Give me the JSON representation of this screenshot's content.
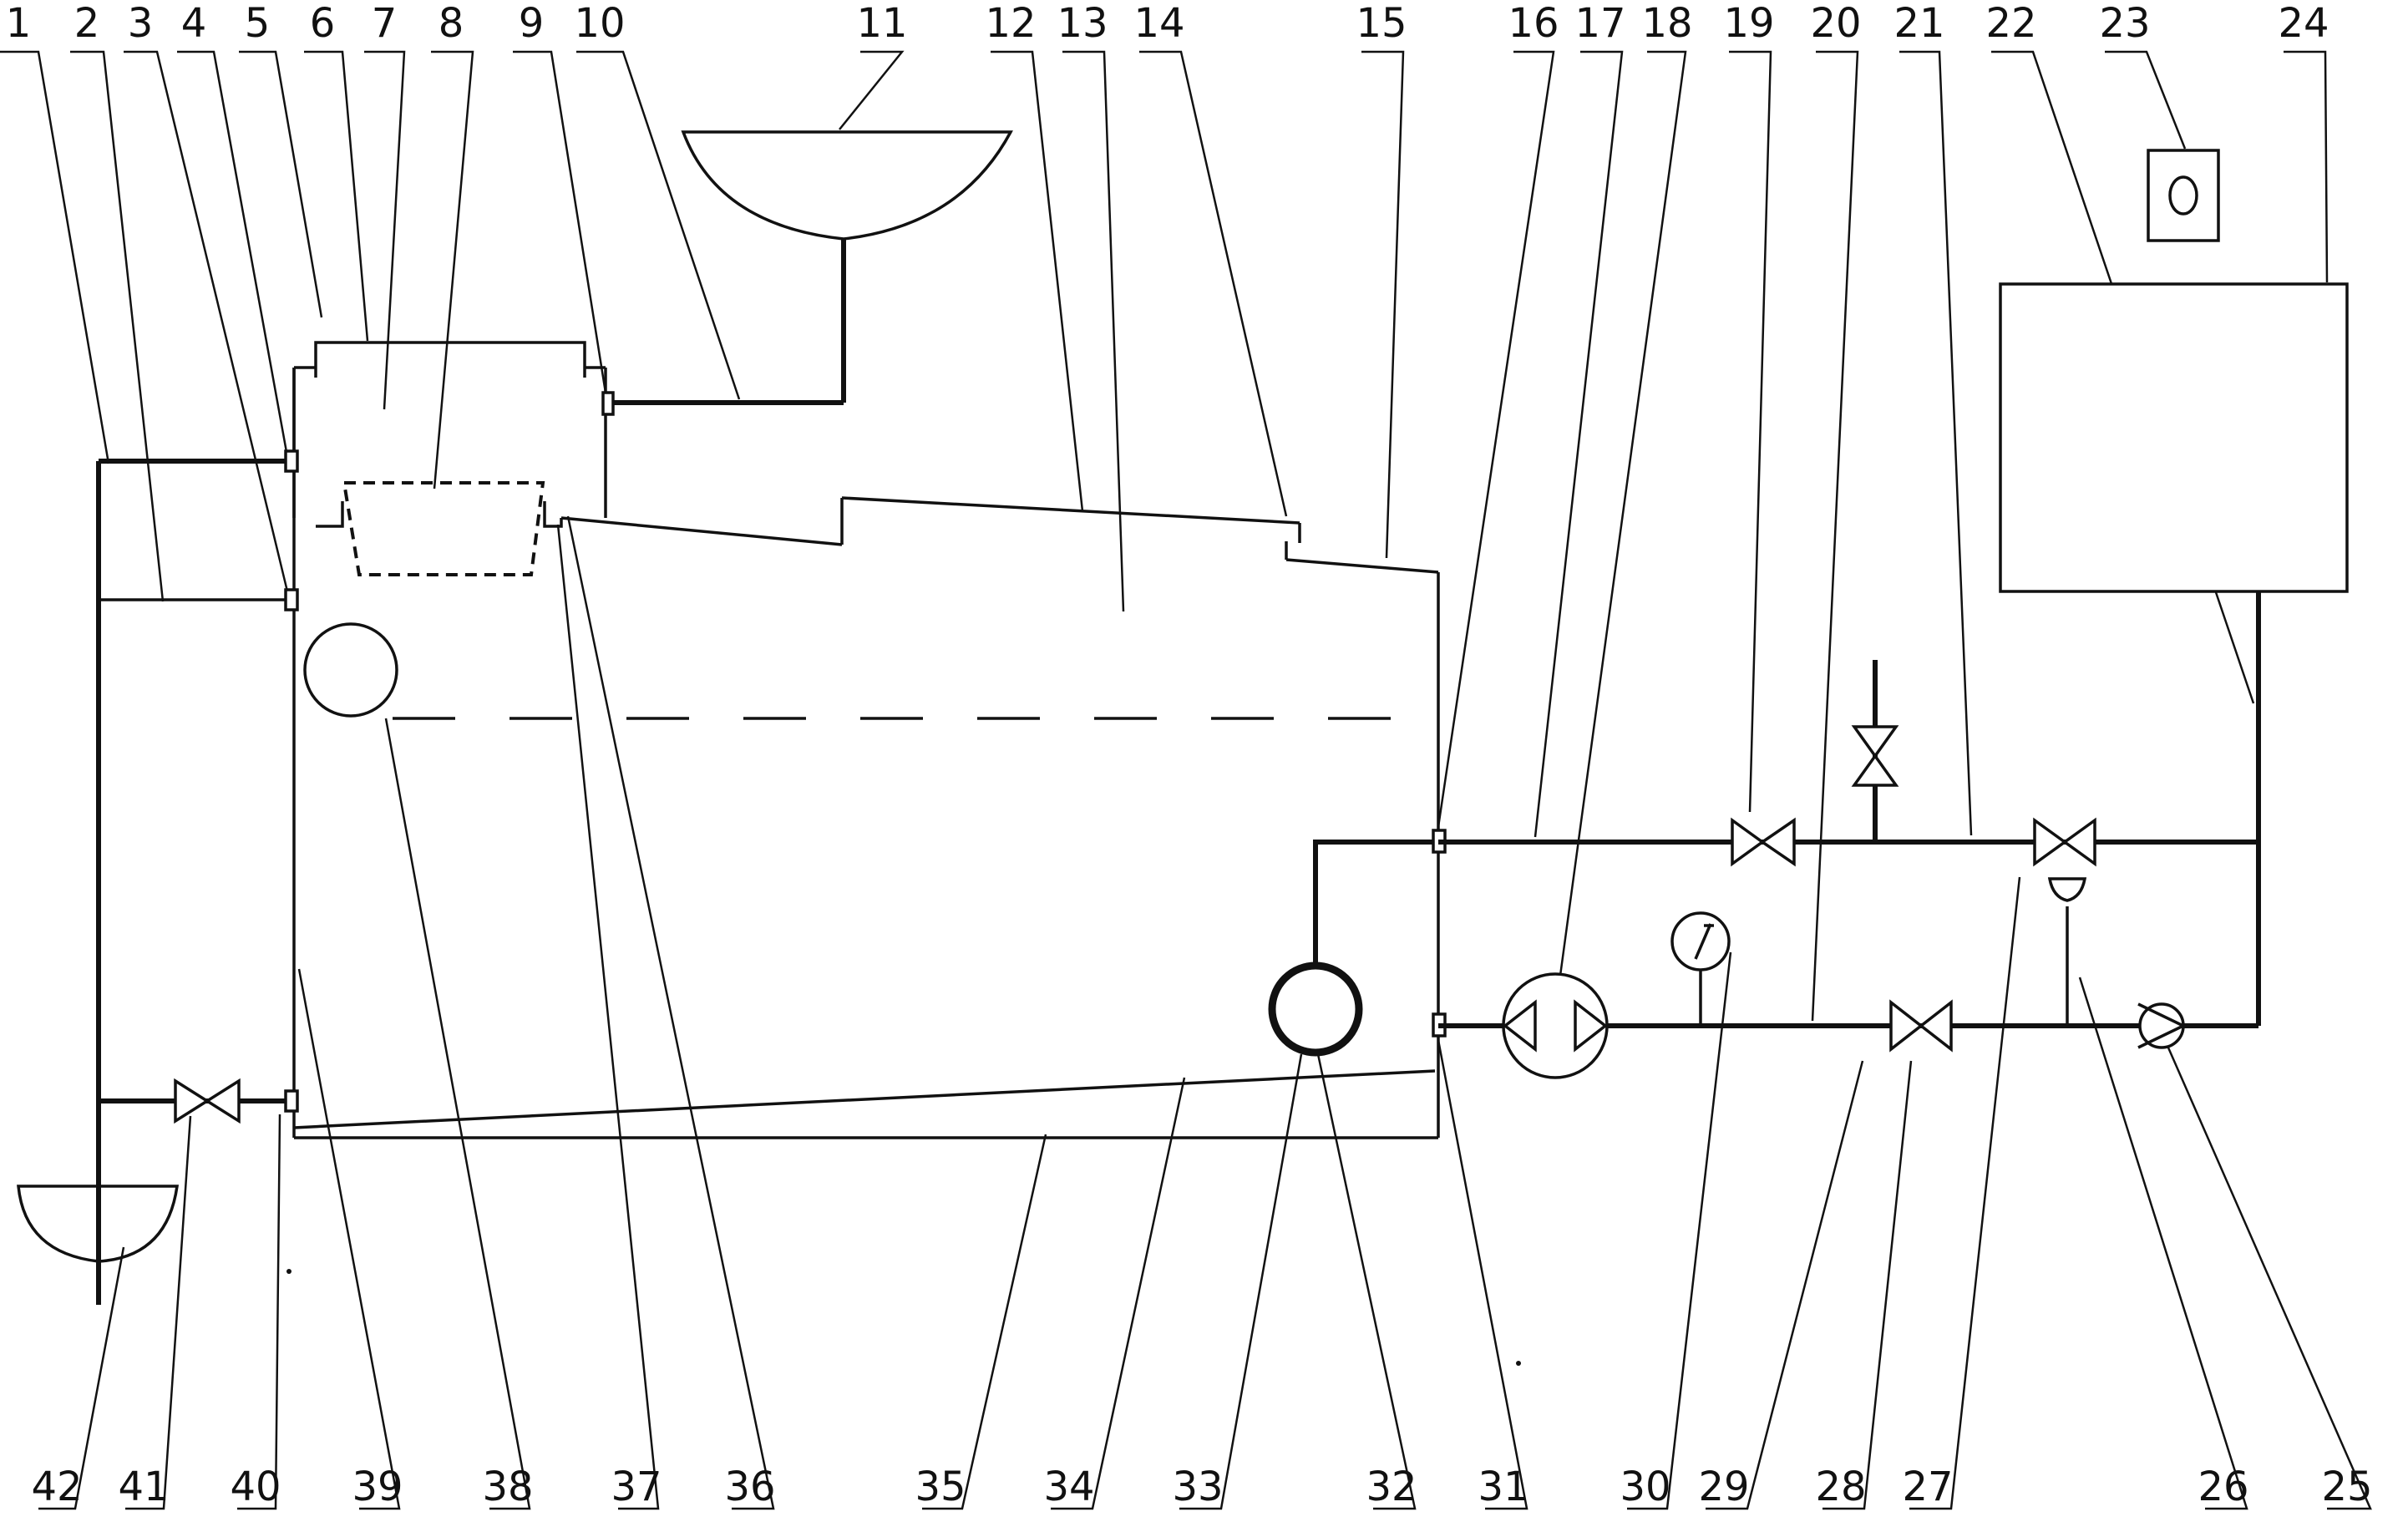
{
  "figure": {
    "labels_top": [
      "1",
      "2",
      "3",
      "4",
      "5",
      "6",
      "7",
      "8",
      "9",
      "10",
      "11",
      "12",
      "13",
      "14",
      "15",
      "16",
      "17",
      "18",
      "19",
      "20",
      "21",
      "22",
      "23",
      "24"
    ],
    "labels_bottom": [
      "42",
      "41",
      "40",
      "39",
      "38",
      "37",
      "36",
      "35",
      "34",
      "33",
      "32",
      "31",
      "30",
      "29",
      "28",
      "27",
      "26",
      "25"
    ]
  },
  "colors": {
    "line": "#111111",
    "background": "#ffffff"
  }
}
